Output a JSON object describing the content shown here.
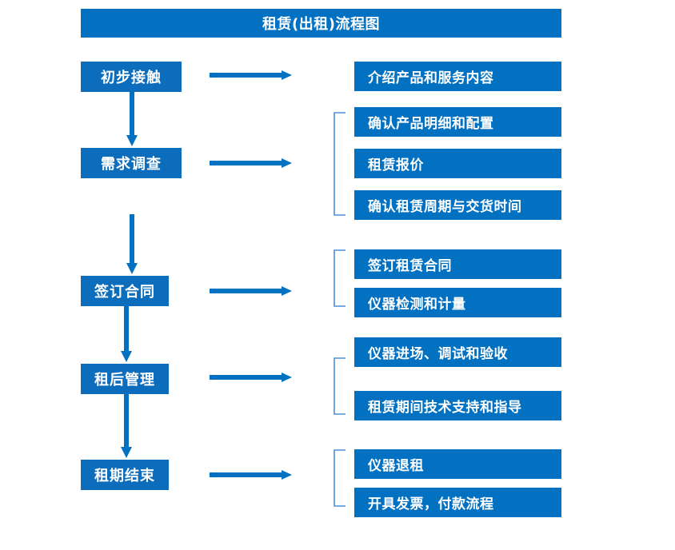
{
  "title": "租赁(出租)流程图",
  "colors": {
    "banner": "#0271c1",
    "stage_box": "#0c6dbd",
    "detail_box": "#0271c1",
    "arrow": "#0271c1",
    "bracket": "#4a90d9",
    "text": "#ffffff",
    "background": "#ffffff"
  },
  "stages": [
    {
      "label": "初步接触"
    },
    {
      "label": "需求调查"
    },
    {
      "label": "签订合同"
    },
    {
      "label": "租后管理"
    },
    {
      "label": "租期结束"
    }
  ],
  "details": [
    {
      "label": "介绍产品和服务内容"
    },
    {
      "label": "确认产品明细和配置"
    },
    {
      "label": "租赁报价"
    },
    {
      "label": "确认租赁周期与交货时间"
    },
    {
      "label": "签订租赁合同"
    },
    {
      "label": "仪器检测和计量"
    },
    {
      "label": "仪器进场、调试和验收"
    },
    {
      "label": "租赁期间技术支持和指导"
    },
    {
      "label": "仪器退租"
    },
    {
      "label": "开具发票，付款流程"
    }
  ]
}
